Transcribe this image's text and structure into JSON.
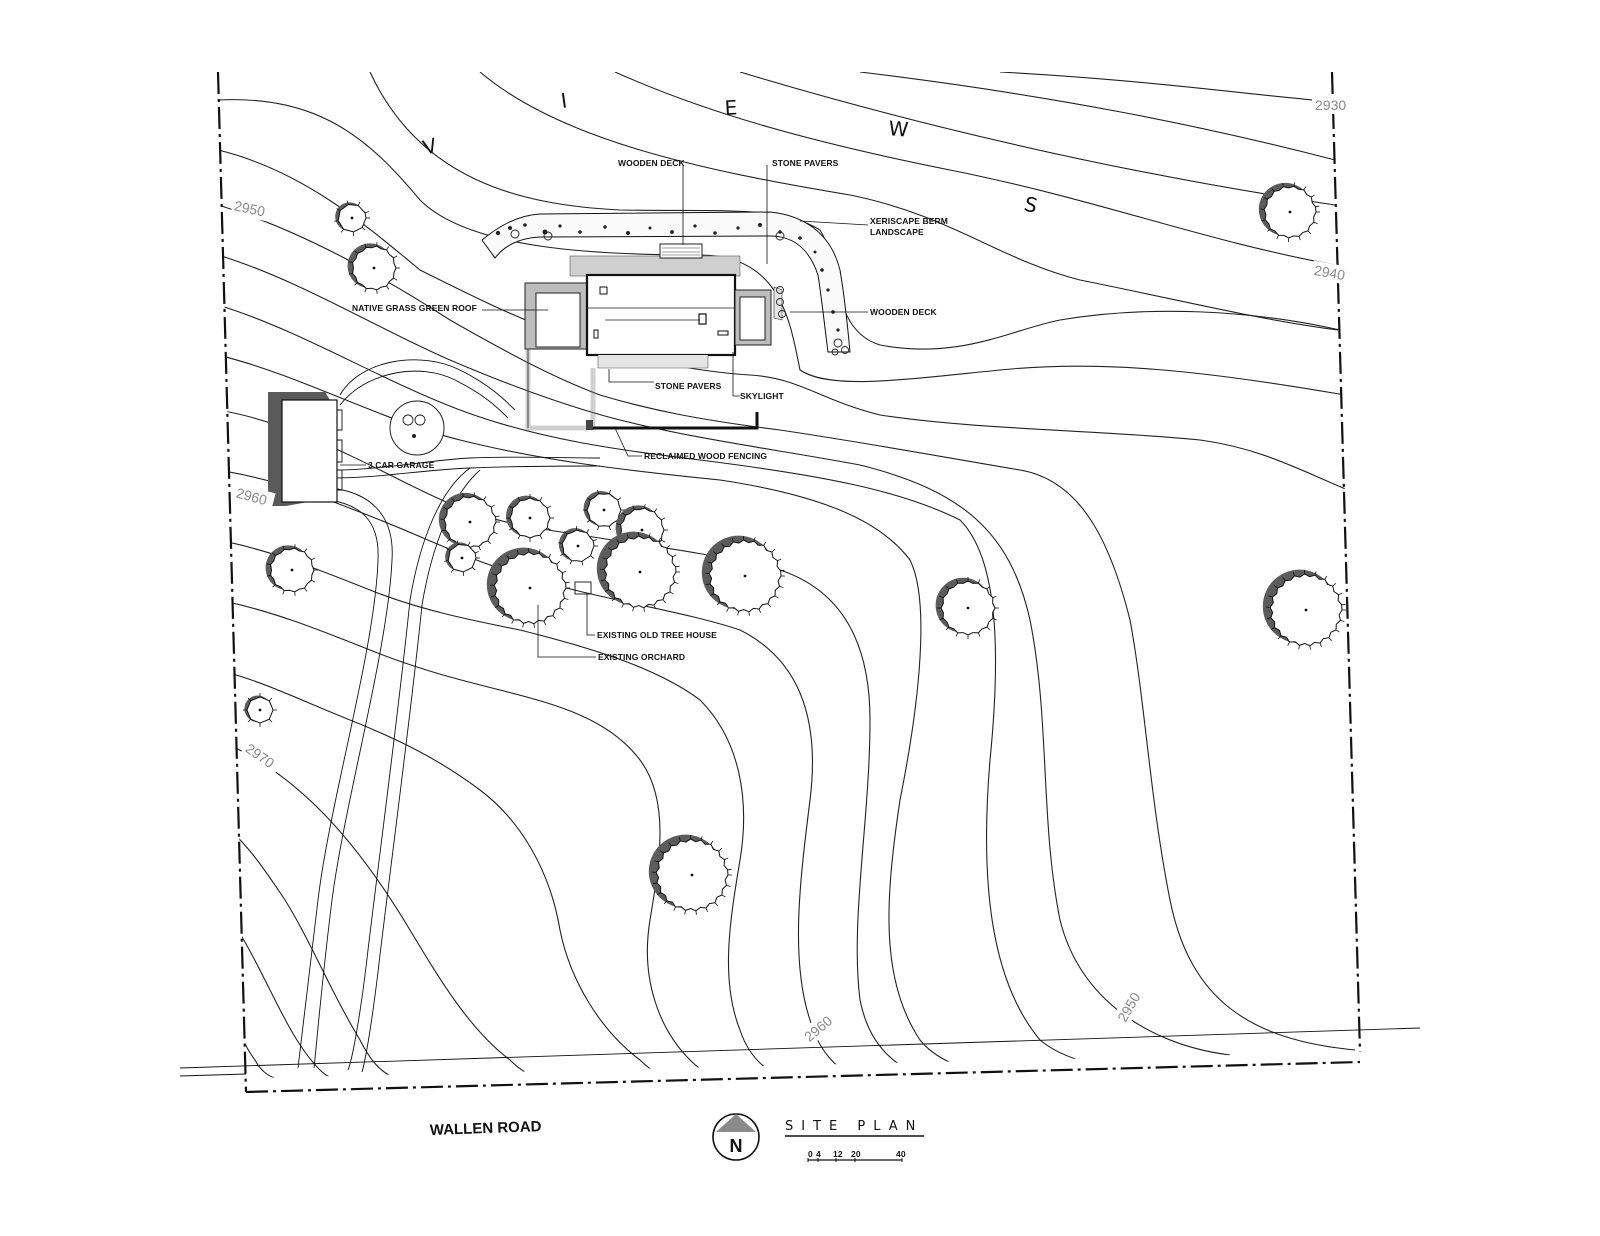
{
  "views_letters": [
    "V",
    "I",
    "E",
    "W",
    "S"
  ],
  "labels": {
    "wooden_deck_top": "WOODEN DECK",
    "stone_pavers_top": "STONE PAVERS",
    "xeriscape": "XERISCAPE BERM",
    "landscape": "LANDSCAPE",
    "native_grass": "NATIVE GRASS GREEN ROOF",
    "wooden_deck_right": "WOODEN DECK",
    "stone_pavers_bottom": "STONE PAVERS",
    "skylight": "SKYLIGHT",
    "reclaimed": "RECLAIMED WOOD FENCING",
    "garage": "3 CAR GARAGE",
    "tree_house": "EXISTING OLD TREE HOUSE",
    "orchard": "EXISTING ORCHARD",
    "road": "WALLEN ROAD"
  },
  "contour_labels": {
    "c2930": "2930",
    "c2940": "2940",
    "c2950_left": "2950",
    "c2960_left": "2960",
    "c2970": "2970",
    "c2960_bottom": "2960",
    "c2950_bottom": "2950"
  },
  "title_block": {
    "title": "SITE PLAN",
    "north": "N",
    "scale_ticks": [
      "0",
      "4",
      "12",
      "20",
      "40"
    ]
  }
}
